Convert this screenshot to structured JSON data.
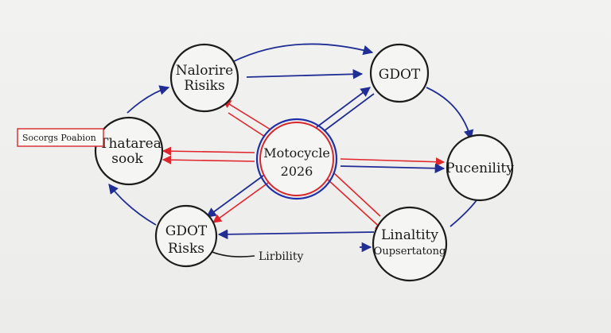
{
  "colors": {
    "board": "#efefed",
    "ink": "#1a1a1a",
    "blue_arrow": "#1f2d94",
    "red_arrow": "#e0262c"
  },
  "nodes": {
    "top_left": {
      "line1": "Nalorire",
      "line2": "Risiks"
    },
    "top_right": {
      "line1": "GDOT"
    },
    "left": {
      "line1": "Thatarea",
      "line2": "sook"
    },
    "center": {
      "line1": "Motocycle",
      "line2": "2026"
    },
    "right": {
      "line1": "Pucenility"
    },
    "bottom_left": {
      "line1": "GDOT",
      "line2": "Risks"
    },
    "bottom_right": {
      "line1": "Linaltity",
      "line2": "Oupsertatong"
    }
  },
  "labels": {
    "tag": "Socorgs Poabion",
    "liability": "Lirbility"
  }
}
